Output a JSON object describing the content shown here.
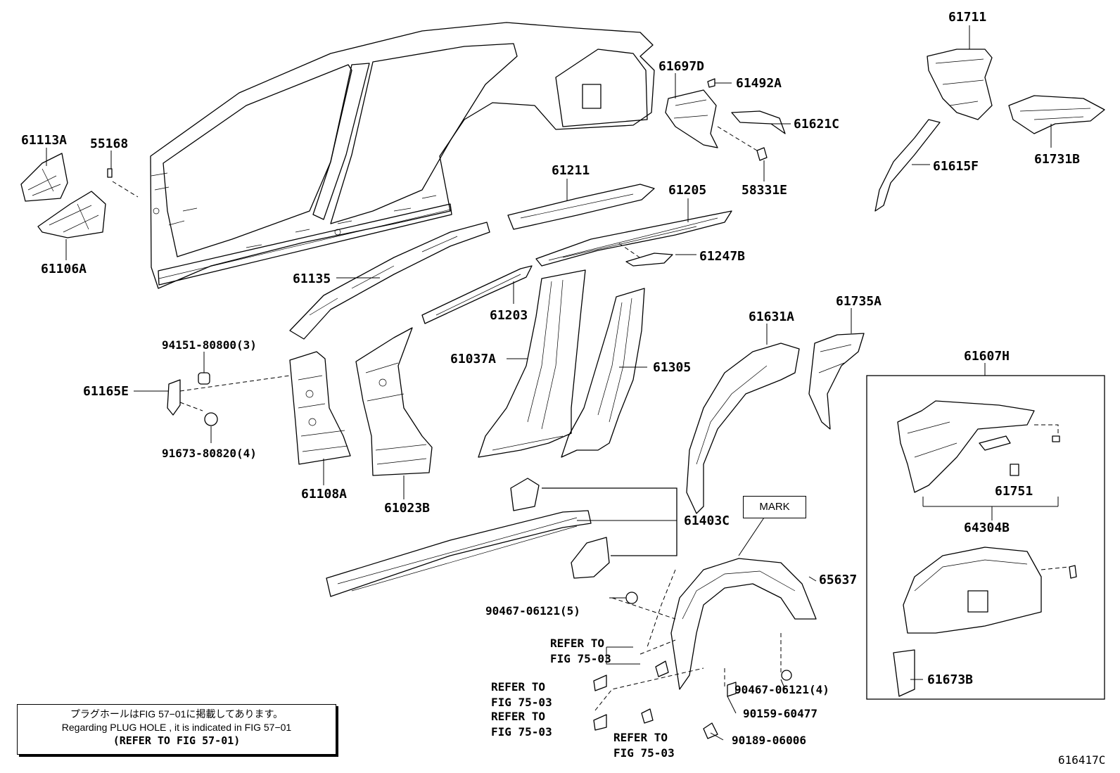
{
  "labels": {
    "p61113A": "61113A",
    "p55168": "55168",
    "p61106A": "61106A",
    "p61135": "61135",
    "p61211": "61211",
    "p61205": "61205",
    "p61247B": "61247B",
    "p61697D": "61697D",
    "p61492A": "61492A",
    "p61621C": "61621C",
    "p58331E": "58331E",
    "p61711": "61711",
    "p61615F": "61615F",
    "p61731B": "61731B",
    "p94151": "94151-80800(3)",
    "p61165E": "61165E",
    "p91673": "91673-80820(4)",
    "p61108A": "61108A",
    "p61023B": "61023B",
    "p61203": "61203",
    "p61037A": "61037A",
    "p61305": "61305",
    "p61631A": "61631A",
    "p61735A": "61735A",
    "p61607H": "61607H",
    "p61751": "61751",
    "p64304B": "64304B",
    "p61403C": "61403C",
    "p65637": "65637",
    "p90467a": "90467-06121(5)",
    "p90467b": "90467-06121(4)",
    "p90159": "90159-60477",
    "p90189": "90189-06006",
    "p61673B": "61673B"
  },
  "refers": {
    "r1a": "REFER TO",
    "r1b": "FIG 75-03",
    "r2a": "REFER TO",
    "r2b": "FIG 75-03",
    "r3a": "REFER TO",
    "r3b": "FIG 75-03",
    "r4a": "REFER TO",
    "r4b": "FIG 75-03"
  },
  "mark": "MARK",
  "note": {
    "line1": "プラグホールはFIG 57−01に掲載してあります。",
    "line2": "Regarding  PLUG  HOLE , it is indicated in FIG  57−01",
    "line3": "(REFER  TO  FIG 57-01)"
  },
  "figure_code": "616417C"
}
